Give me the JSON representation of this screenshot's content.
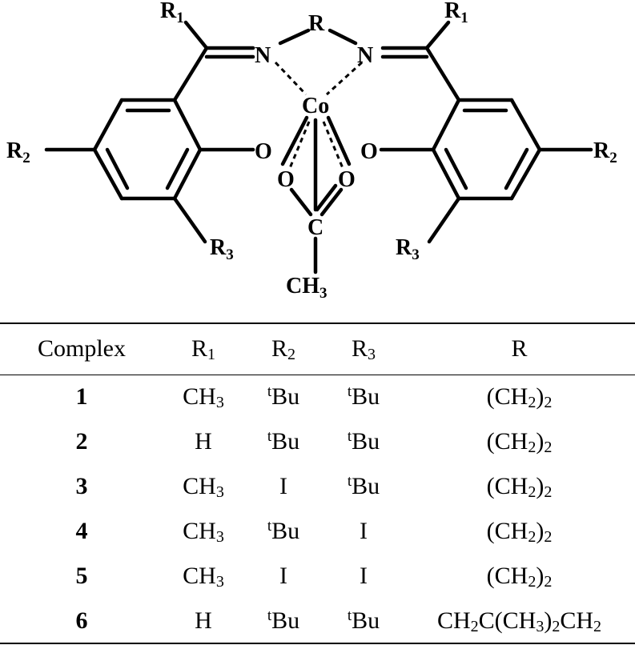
{
  "structure": {
    "atoms": {
      "R1": "R",
      "R1_sub": "1",
      "R2": "R",
      "R2_sub": "2",
      "R3": "R",
      "R3_sub": "3",
      "R": "R",
      "N": "N",
      "Co": "Co",
      "O": "O",
      "C": "C",
      "CH": "CH",
      "CH3_sub": "3"
    }
  },
  "table": {
    "headers": [
      {
        "base": "Complex",
        "sub": ""
      },
      {
        "base": "R",
        "sub": "1"
      },
      {
        "base": "R",
        "sub": "2"
      },
      {
        "base": "R",
        "sub": "3"
      },
      {
        "base": "R",
        "sub": ""
      }
    ],
    "rows": [
      {
        "id": "1",
        "r1": [
          "CH",
          "3"
        ],
        "r2": [
          "t",
          "Bu"
        ],
        "r3": [
          "t",
          "Bu"
        ],
        "r": [
          "(CH",
          "2",
          ")",
          "2"
        ]
      },
      {
        "id": "2",
        "r1": [
          "H",
          ""
        ],
        "r2": [
          "t",
          "Bu"
        ],
        "r3": [
          "t",
          "Bu"
        ],
        "r": [
          "(CH",
          "2",
          ")",
          "2"
        ]
      },
      {
        "id": "3",
        "r1": [
          "CH",
          "3"
        ],
        "r2": [
          "",
          "I"
        ],
        "r3": [
          "t",
          "Bu"
        ],
        "r": [
          "(CH",
          "2",
          ")",
          "2"
        ]
      },
      {
        "id": "4",
        "r1": [
          "CH",
          "3"
        ],
        "r2": [
          "t",
          "Bu"
        ],
        "r3": [
          "",
          "I"
        ],
        "r": [
          "(CH",
          "2",
          ")",
          "2"
        ]
      },
      {
        "id": "5",
        "r1": [
          "CH",
          "3"
        ],
        "r2": [
          "",
          "I"
        ],
        "r3": [
          "",
          "I"
        ],
        "r": [
          "(CH",
          "2",
          ")",
          "2"
        ]
      },
      {
        "id": "6",
        "r1": [
          "H",
          ""
        ],
        "r2": [
          "t",
          "Bu"
        ],
        "r3": [
          "t",
          "Bu"
        ],
        "r": [
          "CH",
          "2",
          "C(CH",
          "3",
          ")",
          "2",
          "CH",
          "2"
        ]
      }
    ]
  }
}
